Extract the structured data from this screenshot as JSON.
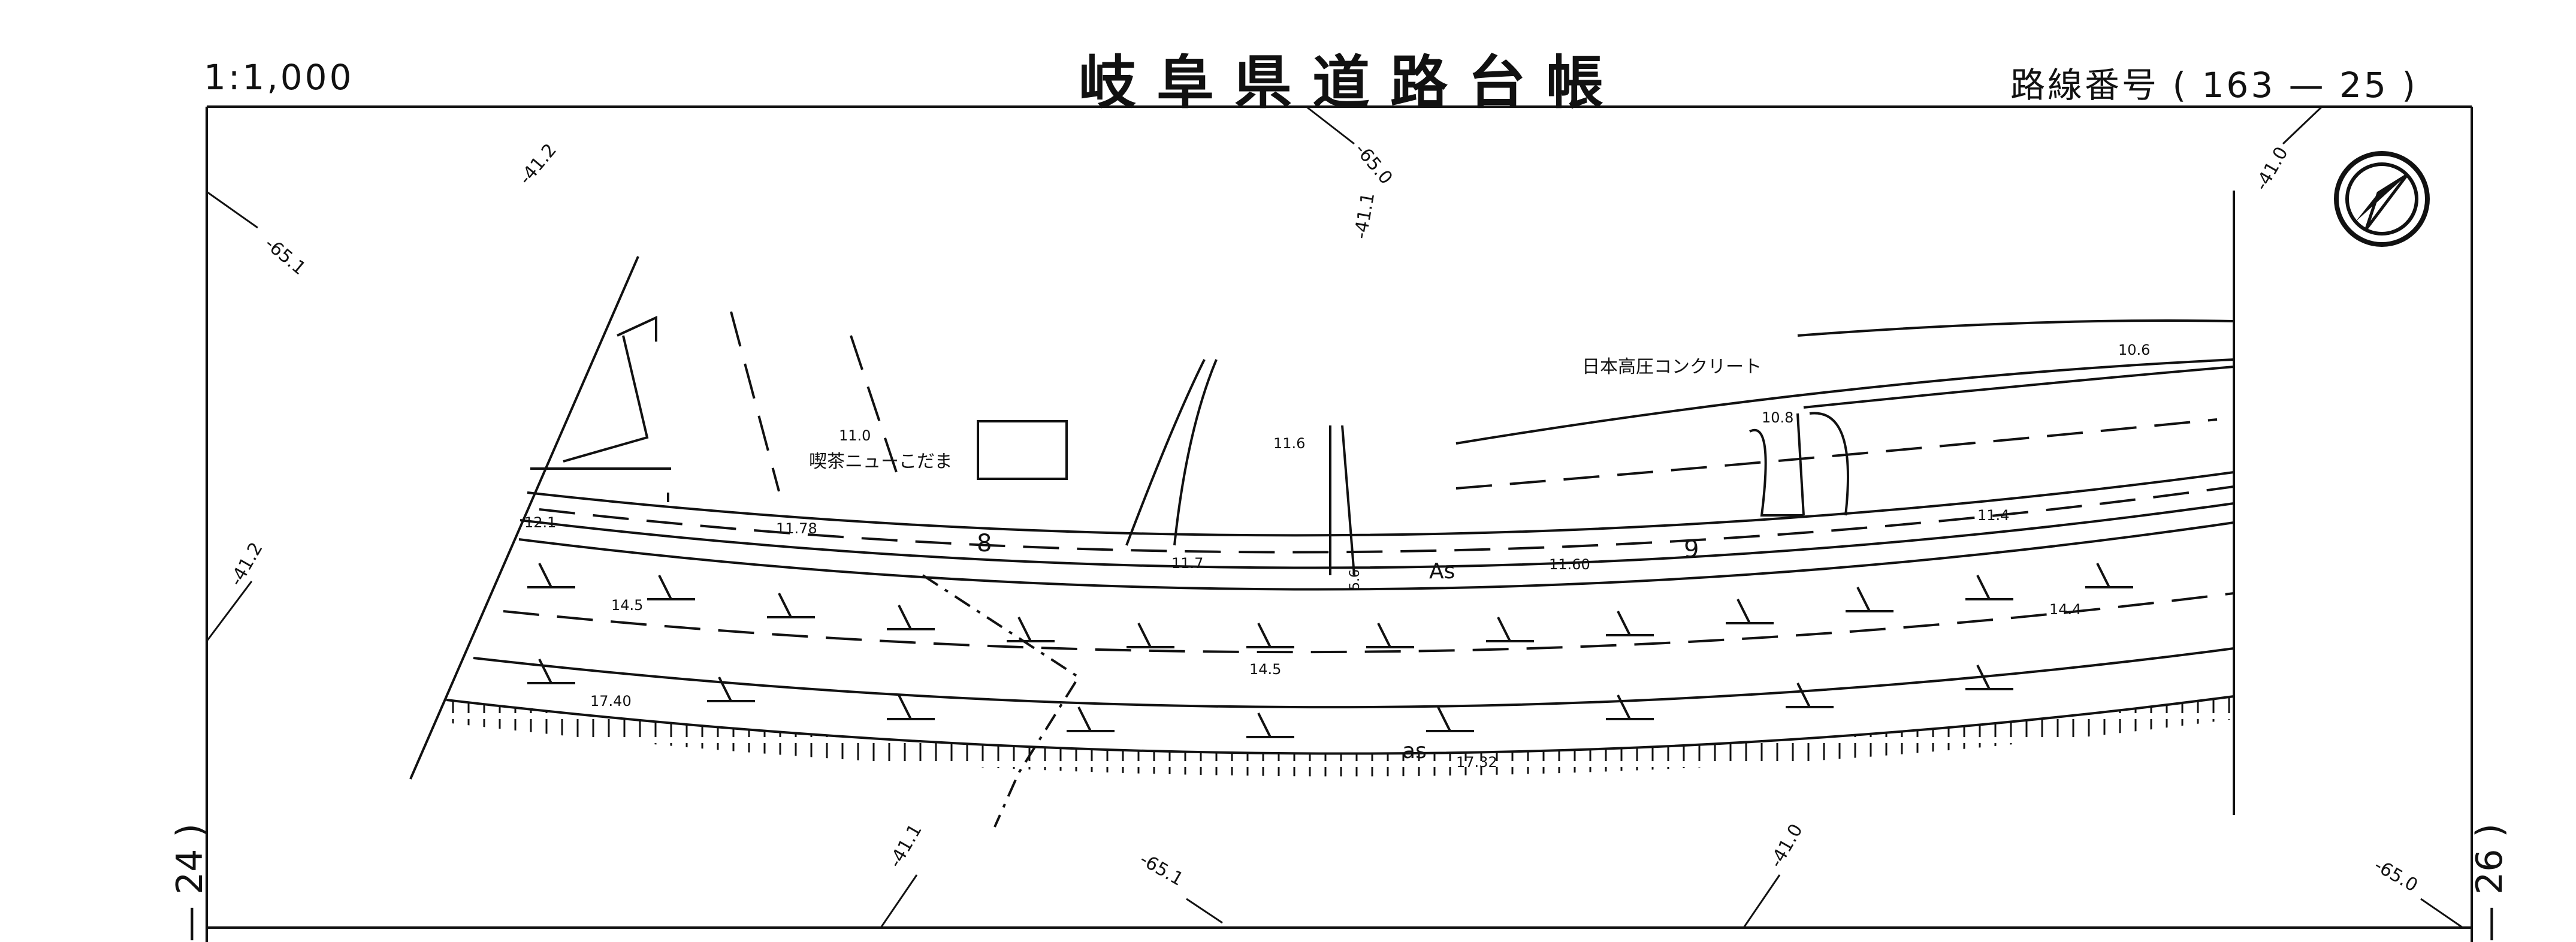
{
  "header": {
    "scale": "1:1,000",
    "title": "岐阜県道路台帳",
    "route_label": "路線番号",
    "route_number": "( 163 — 25 )"
  },
  "sheet_edges": {
    "left_sheet": "— 24 )",
    "right_sheet": "— 26 )"
  },
  "grid_labels": [
    "-41.2",
    "-65.0",
    "-41.1",
    "-41.0",
    "-65.1",
    "-41.2",
    "-41.1",
    "-65.1",
    "-41.0",
    "-65.0"
  ],
  "map": {
    "surface_as": "As",
    "surface_as_lower": "as",
    "stations": [
      "8",
      "9"
    ],
    "elevations": [
      "12.1",
      "11.78",
      "11.7",
      "11.60",
      "11.4",
      "10.6",
      "10.8",
      "11.6",
      "11.0",
      "14.5",
      "14.5",
      "14.4",
      "17.40",
      "17.32",
      "5.6"
    ],
    "buildings": [
      "喫茶ニューこだま",
      "日本高圧コンクリート"
    ]
  },
  "colors": {
    "ink": "#111111",
    "paper": "#ffffff"
  },
  "icons": {
    "north_arrow": "north-arrow-icon"
  }
}
